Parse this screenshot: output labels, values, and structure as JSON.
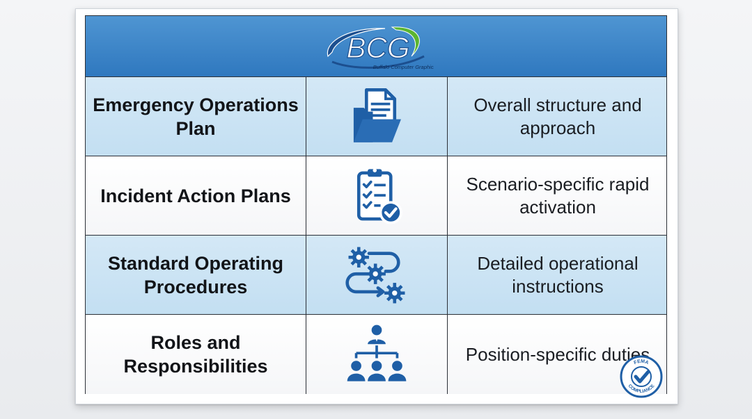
{
  "logo": {
    "text": "BCG",
    "tagline": "Buffalo Computer Graphics"
  },
  "rows": [
    {
      "title": "Emergency Operations Plan",
      "icon": "folder-document-icon",
      "description": "Overall structure and approach"
    },
    {
      "title": "Incident Action Plans",
      "icon": "clipboard-checklist-icon",
      "description": "Scenario-specific rapid activation"
    },
    {
      "title": "Standard Operating Procedures",
      "icon": "gears-workflow-icon",
      "description": "Detailed operational instructions"
    },
    {
      "title": "Roles and Responsibilities",
      "icon": "org-chart-icon",
      "description": "Position-specific duties"
    }
  ],
  "seal": {
    "top_text": "FEMA",
    "bottom_text": "COMPLIANCE"
  },
  "colors": {
    "header_blue": "#3a84c8",
    "icon_blue": "#1f5fa6",
    "row_shade": "#cbe3f4",
    "border": "#2b2f36"
  }
}
